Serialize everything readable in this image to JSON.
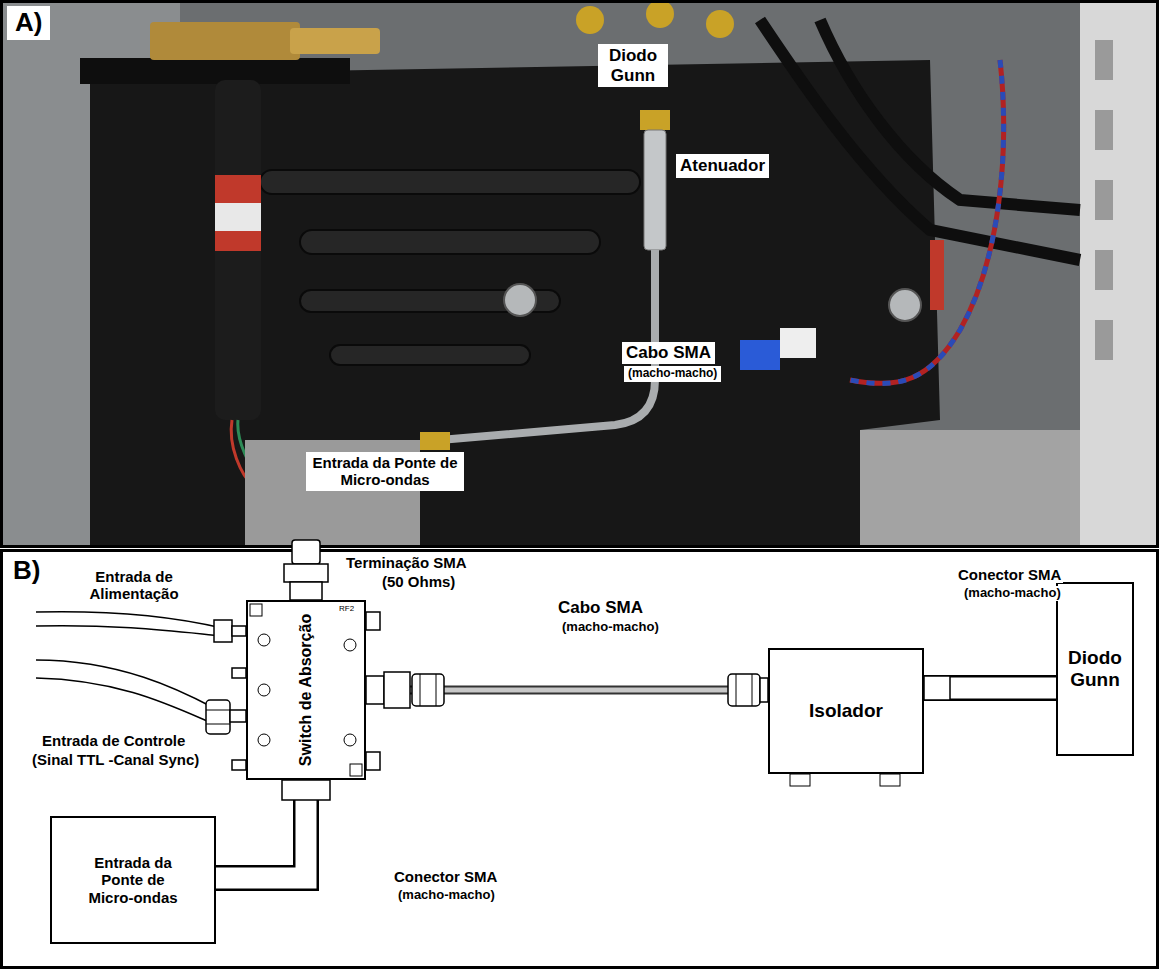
{
  "diagram": {
    "nodes": [
      {
        "text": [
          "Switch de Absorção"
        ]
      },
      {
        "text": [
          "Isolador"
        ]
      },
      {
        "text": [
          "Diodo Gunn"
        ]
      },
      {
        "text": [
          "Entrada da Ponte de Micro-ondas"
        ]
      }
    ],
    "edges": [
      {
        "from": 0,
        "to": 1,
        "arrow": "none"
      },
      {
        "from": 1,
        "to": 2,
        "arrow": "none"
      },
      {
        "from": 0,
        "to": 3,
        "arrow": "none"
      }
    ],
    "labels": [
      "A)",
      "Diodo Gunn",
      "Atenuador",
      "Cabo SMA",
      "(macho-macho)",
      "Entrada da Ponte de Micro-ondas",
      "B)",
      "Terminação SMA",
      "(50 Ohms)",
      "Entrada de Alimentação",
      "Entrada de Controle",
      "(Sinal TTL -Canal Sync)",
      "RF2",
      "Cabo SMA",
      "(macho-macho)",
      "Conector SMA",
      "(macho-macho)",
      "Conector SMA",
      "(macho-macho)"
    ]
  }
}
